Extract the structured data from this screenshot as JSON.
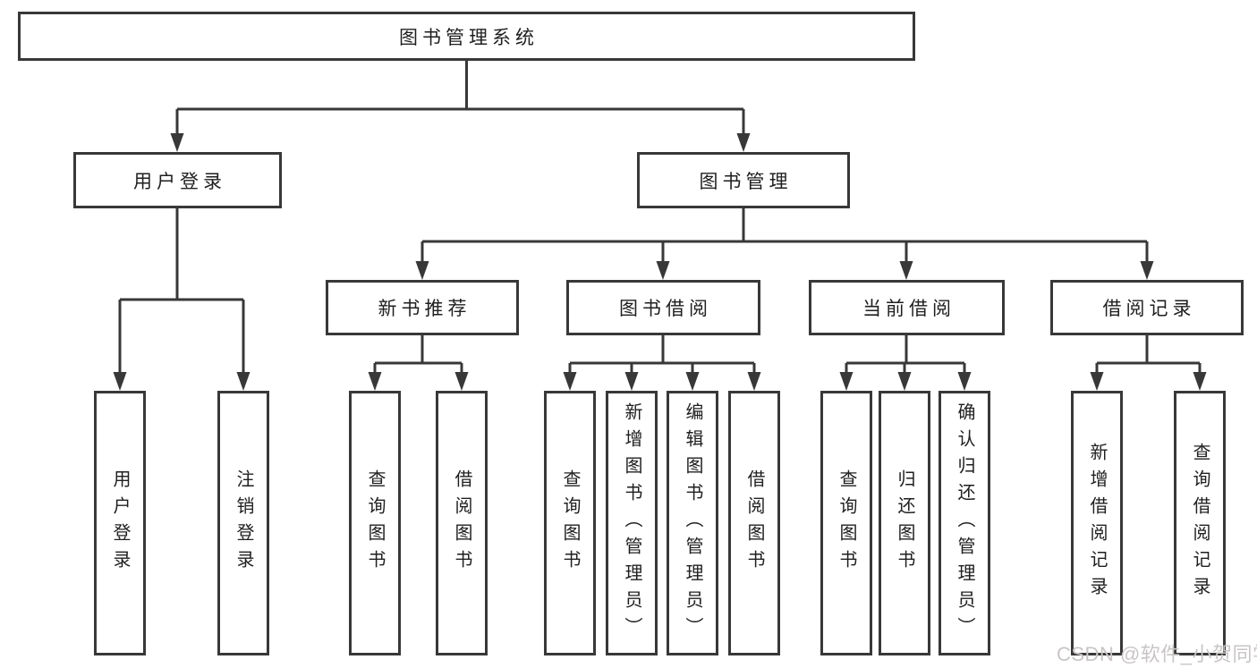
{
  "diagram": {
    "title": "图书管理系统",
    "level2": [
      {
        "label": "用户登录"
      },
      {
        "label": "图书管理"
      }
    ],
    "level3": [
      {
        "label": "新书推荐"
      },
      {
        "label": "图书借阅"
      },
      {
        "label": "当前借阅"
      },
      {
        "label": "借阅记录"
      }
    ],
    "leaves": [
      {
        "label": "用户登录"
      },
      {
        "label": "注销登录"
      },
      {
        "label": "查询图书"
      },
      {
        "label": "借阅图书"
      },
      {
        "label": "查询图书"
      },
      {
        "label": "新增图书（管理员）"
      },
      {
        "label": "编辑图书（管理员）"
      },
      {
        "label": "借阅图书"
      },
      {
        "label": "查询图书"
      },
      {
        "label": "归还图书"
      },
      {
        "label": "确认归还（管理员）"
      },
      {
        "label": "新增借阅记录"
      },
      {
        "label": "查询借阅记录"
      }
    ],
    "watermark": "CSDN @软件_小贺同学",
    "colors": {
      "line": "#383838",
      "box_border": "#383838",
      "box_background": "#ffffff",
      "text": "#1f1f1f",
      "watermark": "#c9c5c5"
    }
  }
}
